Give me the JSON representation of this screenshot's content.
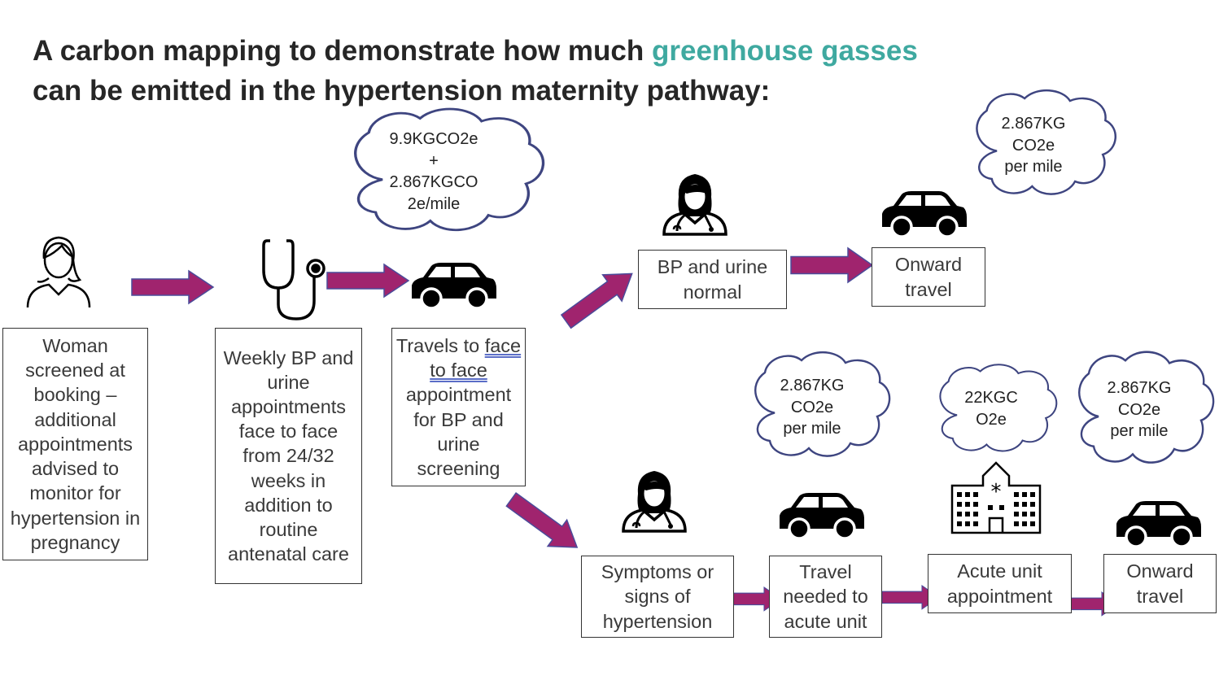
{
  "title": {
    "part1": "A carbon mapping to demonstrate how much ",
    "highlight": "greenhouse gasses",
    "line2": "can be emitted in the hypertension maternity pathway:"
  },
  "colors": {
    "highlight": "#3fa9a0",
    "arrow": "#a0246e",
    "text": "#262626"
  },
  "boxes": {
    "woman": "Woman screened at booking – additional appointments advised to monitor for hypertension in pregnancy",
    "weekly": "Weekly BP and urine appointments face to face from 24/32 weeks in addition to routine antenatal care",
    "travels_pre": "Travels to ",
    "travels_ul": "face to face",
    "travels_post": " appointment for BP and urine screening",
    "normal": "BP and urine normal",
    "onward_top": "Onward travel",
    "symptoms": "Symptoms or signs of hypertension",
    "travel_acute": "Travel needed to acute unit",
    "acute_appt": "Acute unit appointment",
    "onward_bottom": "Onward travel"
  },
  "clouds": {
    "c1": [
      "9.9KGCO2e",
      "+",
      "2.867KGCO",
      "2e/mile"
    ],
    "c2": [
      "2.867KG",
      "CO2e",
      "per mile"
    ],
    "c3": [
      "2.867KG",
      "CO2e",
      "per mile"
    ],
    "c4": [
      "22KGC",
      "O2e"
    ],
    "c5": [
      "2.867KG",
      "CO2e",
      "per mile"
    ]
  },
  "icons": [
    "woman-icon",
    "stethoscope-icon",
    "car-icon",
    "doctor-icon",
    "hospital-icon",
    "cloud-shape",
    "right-arrow"
  ]
}
